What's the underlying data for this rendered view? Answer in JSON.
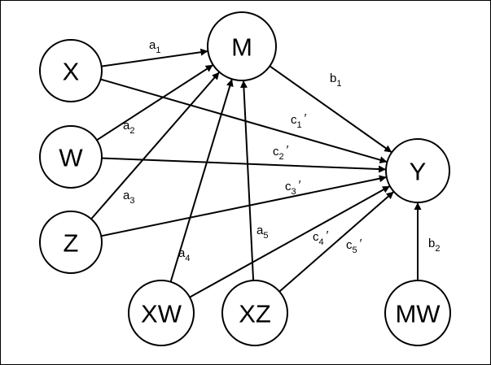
{
  "diagram": {
    "nodes": [
      {
        "id": "X",
        "label": "X"
      },
      {
        "id": "W",
        "label": "W"
      },
      {
        "id": "Z",
        "label": "Z"
      },
      {
        "id": "M",
        "label": "M"
      },
      {
        "id": "Y",
        "label": "Y"
      },
      {
        "id": "XW",
        "label": "XW"
      },
      {
        "id": "XZ",
        "label": "XZ"
      },
      {
        "id": "MW",
        "label": "MW"
      }
    ],
    "edges": [
      {
        "from": "X",
        "to": "M",
        "label": {
          "base": "a",
          "sub": "1",
          "prime": ""
        }
      },
      {
        "from": "W",
        "to": "M",
        "label": {
          "base": "a",
          "sub": "2",
          "prime": ""
        }
      },
      {
        "from": "Z",
        "to": "M",
        "label": {
          "base": "a",
          "sub": "3",
          "prime": ""
        }
      },
      {
        "from": "XW",
        "to": "M",
        "label": {
          "base": "a",
          "sub": "4",
          "prime": ""
        }
      },
      {
        "from": "XZ",
        "to": "M",
        "label": {
          "base": "a",
          "sub": "5",
          "prime": ""
        }
      },
      {
        "from": "M",
        "to": "Y",
        "label": {
          "base": "b",
          "sub": "1",
          "prime": ""
        }
      },
      {
        "from": "MW",
        "to": "Y",
        "label": {
          "base": "b",
          "sub": "2",
          "prime": ""
        }
      },
      {
        "from": "X",
        "to": "Y",
        "label": {
          "base": "c",
          "sub": "1",
          "prime": "′"
        }
      },
      {
        "from": "W",
        "to": "Y",
        "label": {
          "base": "c",
          "sub": "2",
          "prime": "′"
        }
      },
      {
        "from": "Z",
        "to": "Y",
        "label": {
          "base": "c",
          "sub": "3",
          "prime": "′"
        }
      },
      {
        "from": "XW",
        "to": "Y",
        "label": {
          "base": "c",
          "sub": "4",
          "prime": "′"
        }
      },
      {
        "from": "XZ",
        "to": "Y",
        "label": {
          "base": "c",
          "sub": "5",
          "prime": "′"
        }
      }
    ]
  }
}
